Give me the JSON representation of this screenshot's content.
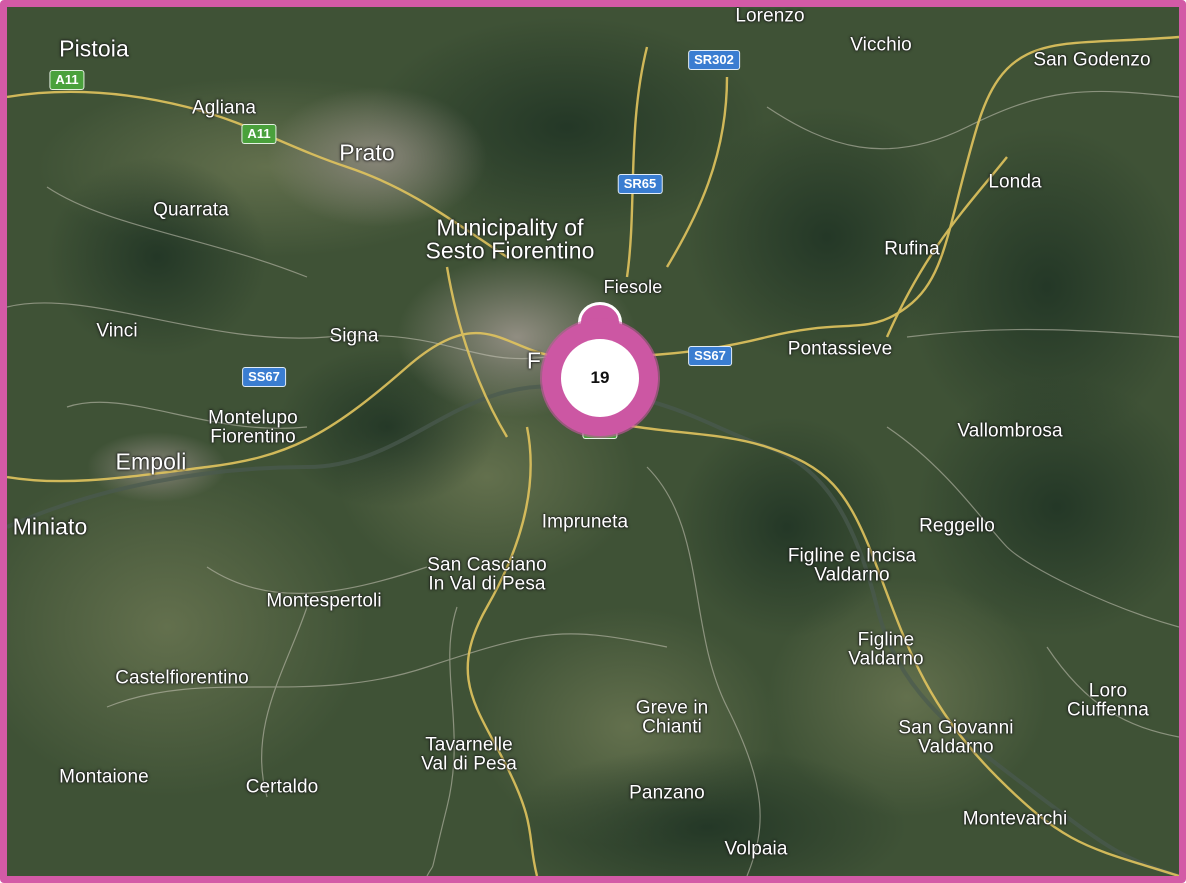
{
  "map": {
    "style": "satellite",
    "frame_color": "#d35aa6",
    "marker_color": "#cc57a3",
    "cluster": {
      "count": "19"
    },
    "places": [
      {
        "id": "lorenzo",
        "label": "Lorenzo",
        "kind": "town"
      },
      {
        "id": "vicchio",
        "label": "Vicchio",
        "kind": "town"
      },
      {
        "id": "san-godenzo",
        "label": "San Godenzo",
        "kind": "town"
      },
      {
        "id": "pistoia",
        "label": "Pistoia",
        "kind": "city"
      },
      {
        "id": "agliana",
        "label": "Agliana",
        "kind": "town"
      },
      {
        "id": "prato",
        "label": "Prato",
        "kind": "city"
      },
      {
        "id": "quarrata",
        "label": "Quarrata",
        "kind": "town"
      },
      {
        "id": "sesto",
        "label": "Municipality of\nSesto Fiorentino",
        "kind": "city"
      },
      {
        "id": "londa",
        "label": "Londa",
        "kind": "town"
      },
      {
        "id": "rufina",
        "label": "Rufina",
        "kind": "town"
      },
      {
        "id": "fiesole",
        "label": "Fiesole",
        "kind": "town"
      },
      {
        "id": "vinci",
        "label": "Vinci",
        "kind": "town"
      },
      {
        "id": "signa",
        "label": "Signa",
        "kind": "town"
      },
      {
        "id": "firenze-partial",
        "label": "F",
        "kind": "city"
      },
      {
        "id": "pontassieve",
        "label": "Pontassieve",
        "kind": "town"
      },
      {
        "id": "montelupo",
        "label": "Montelupo\nFiorentino",
        "kind": "town"
      },
      {
        "id": "vallombrosa",
        "label": "Vallombrosa",
        "kind": "town"
      },
      {
        "id": "empoli",
        "label": "Empoli",
        "kind": "city"
      },
      {
        "id": "miniato",
        "label": "Miniato",
        "kind": "city"
      },
      {
        "id": "impruneta",
        "label": "Impruneta",
        "kind": "town"
      },
      {
        "id": "reggello",
        "label": "Reggello",
        "kind": "town"
      },
      {
        "id": "san-casciano",
        "label": "San Casciano\nIn Val di Pesa",
        "kind": "town"
      },
      {
        "id": "figline-incisa",
        "label": "Figline e Incisa\nValdarno",
        "kind": "town"
      },
      {
        "id": "montespertoli",
        "label": "Montespertoli",
        "kind": "town"
      },
      {
        "id": "figline",
        "label": "Figline\nValdarno",
        "kind": "town"
      },
      {
        "id": "castelfiorentino",
        "label": "Castelfiorentino",
        "kind": "town"
      },
      {
        "id": "loro",
        "label": "Loro\nCiuffenna",
        "kind": "town"
      },
      {
        "id": "greve",
        "label": "Greve in\nChianti",
        "kind": "town"
      },
      {
        "id": "san-giovanni",
        "label": "San Giovanni\nValdarno",
        "kind": "town"
      },
      {
        "id": "tavarnelle",
        "label": "Tavarnelle\nVal di Pesa",
        "kind": "town"
      },
      {
        "id": "montaione",
        "label": "Montaione",
        "kind": "town"
      },
      {
        "id": "certaldo",
        "label": "Certaldo",
        "kind": "town"
      },
      {
        "id": "panzano",
        "label": "Panzano",
        "kind": "town"
      },
      {
        "id": "montevarchi",
        "label": "Montevarchi",
        "kind": "town"
      },
      {
        "id": "volpaia",
        "label": "Volpaia",
        "kind": "town"
      }
    ],
    "shields": [
      {
        "id": "sr302",
        "label": "SR302",
        "type": "state"
      },
      {
        "id": "a11-west",
        "label": "A11",
        "type": "motorway"
      },
      {
        "id": "a11-east",
        "label": "A11",
        "type": "motorway"
      },
      {
        "id": "sr65",
        "label": "SR65",
        "type": "state"
      },
      {
        "id": "ss67-west",
        "label": "SS67",
        "type": "state"
      },
      {
        "id": "ss67-east",
        "label": "SS67",
        "type": "state"
      },
      {
        "id": "e35",
        "label": "E35",
        "type": "motorway"
      }
    ]
  }
}
